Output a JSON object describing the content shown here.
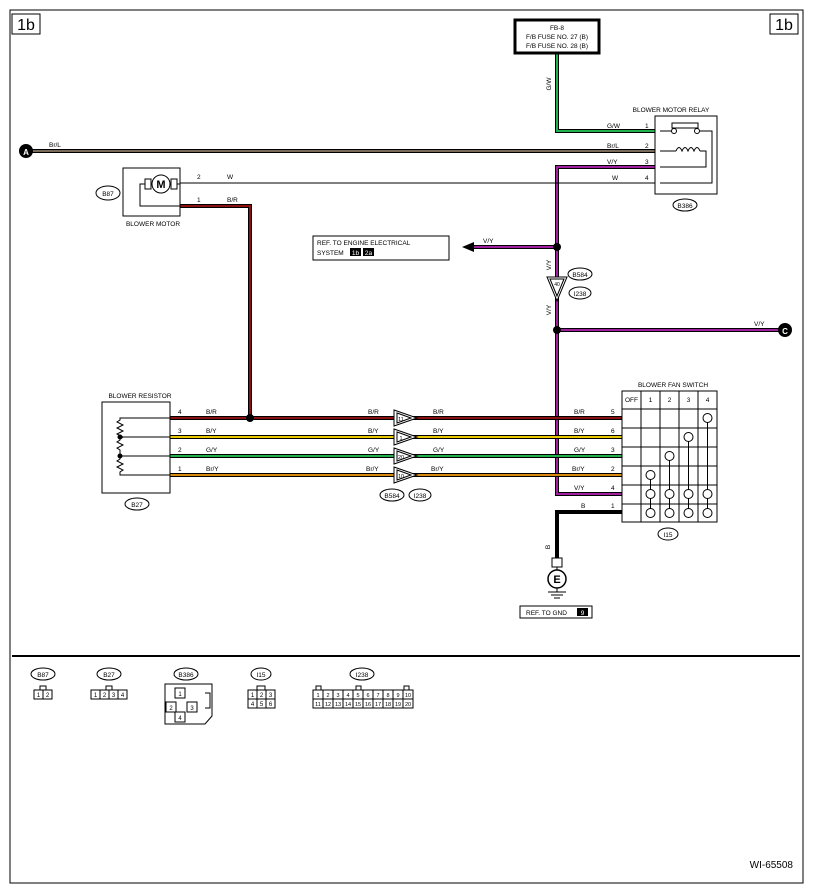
{
  "page": {
    "tag_left": "1b",
    "tag_right": "1b",
    "figure_id": "WI-65508"
  },
  "fuse_box": {
    "name": "FB-8",
    "line1": "F/B FUSE NO. 27 (B)",
    "line2": "F/B FUSE NO. 28 (B)"
  },
  "relay": {
    "title": "BLOWER MOTOR RELAY",
    "connector": "B386",
    "pins": [
      {
        "pin": "1",
        "wire": "G/W"
      },
      {
        "pin": "2",
        "wire": "Br/L"
      },
      {
        "pin": "3",
        "wire": "V/Y"
      },
      {
        "pin": "4",
        "wire": "W"
      }
    ]
  },
  "motor": {
    "title": "BLOWER MOTOR",
    "connector": "B87",
    "symbol": "M",
    "pins": [
      {
        "pin": "2",
        "wire": "W"
      },
      {
        "pin": "1",
        "wire": "B/R"
      }
    ]
  },
  "nodes": {
    "A": {
      "label": "A",
      "wire": "Br/L"
    },
    "C": {
      "label": "C",
      "wire": "V/Y"
    },
    "E": {
      "label": "E",
      "wire": "B"
    }
  },
  "fuse_wire": "G/W",
  "ref_engine": {
    "line1": "REF. TO ENGINE ELECTRICAL",
    "line2": "SYSTEM",
    "badge1": "1b",
    "badge2": "2a",
    "wire": "V/Y"
  },
  "joint": {
    "conn1": "B584",
    "conn2": "I238",
    "pin": "40",
    "wire_top": "V/Y",
    "wire_bottom": "V/Y"
  },
  "resistor": {
    "title": "BLOWER RESISTOR",
    "connector": "B27",
    "pins": [
      {
        "pin": "4",
        "wire": "B/R"
      },
      {
        "pin": "3",
        "wire": "B/Y"
      },
      {
        "pin": "2",
        "wire": "G/Y"
      },
      {
        "pin": "1",
        "wire": "Br/Y"
      }
    ]
  },
  "inline": {
    "conn1": "B584",
    "conn2": "I238",
    "pins": [
      "11",
      "1",
      "20",
      "10"
    ],
    "wires_left": [
      "B/R",
      "B/Y",
      "G/Y",
      "Br/Y"
    ],
    "wires_right": [
      "B/R",
      "B/Y",
      "G/Y",
      "Br/Y"
    ]
  },
  "fan_switch": {
    "title": "BLOWER FAN SWITCH",
    "connector": "I15",
    "columns": [
      "OFF",
      "1",
      "2",
      "3",
      "4"
    ],
    "pins": [
      {
        "pin": "5",
        "wire": "B/R"
      },
      {
        "pin": "6",
        "wire": "B/Y"
      },
      {
        "pin": "3",
        "wire": "G/Y"
      },
      {
        "pin": "2",
        "wire": "Br/Y"
      },
      {
        "pin": "4",
        "wire": "V/Y"
      },
      {
        "pin": "1",
        "wire": "B"
      }
    ]
  },
  "ground_ref": {
    "label": "REF. TO GND",
    "badge": "9"
  },
  "connector_views": [
    {
      "name": "B87",
      "pins": [
        "1",
        "2"
      ]
    },
    {
      "name": "B27",
      "pins": [
        "1",
        "2",
        "3",
        "4"
      ]
    },
    {
      "name": "B386",
      "pins": [
        "1",
        "2",
        "3",
        "4"
      ]
    },
    {
      "name": "I15",
      "pins": [
        "1",
        "2",
        "3",
        "4",
        "5",
        "6"
      ]
    },
    {
      "name": "I238",
      "pins": [
        "1",
        "2",
        "3",
        "4",
        "5",
        "6",
        "7",
        "8",
        "9",
        "10",
        "11",
        "12",
        "13",
        "14",
        "15",
        "16",
        "17",
        "18",
        "19",
        "20"
      ]
    }
  ],
  "colors": {
    "green": "#22b14c",
    "violet": "#a020a0",
    "red": "#8b1010",
    "yellow": "#e8c800",
    "orange": "#d88a10",
    "wire": "#000000"
  }
}
